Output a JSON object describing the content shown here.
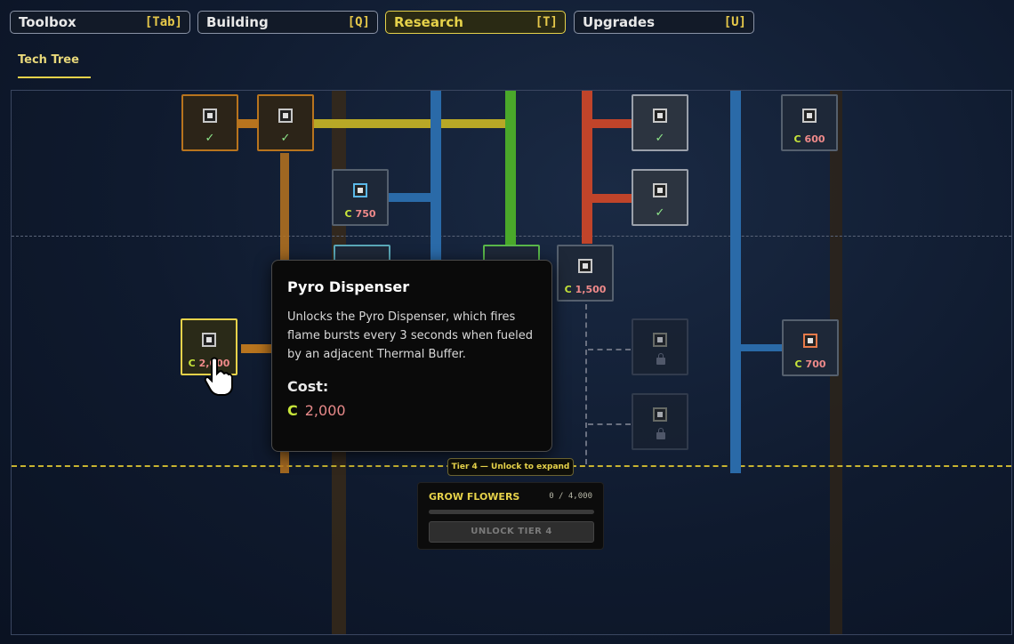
{
  "tabs": [
    {
      "label": "Toolbox",
      "key": "[Tab]",
      "active": false
    },
    {
      "label": "Building",
      "key": "[Q]",
      "active": false
    },
    {
      "label": "Research",
      "key": "[T]",
      "active": true
    },
    {
      "label": "Upgrades",
      "key": "[U]",
      "active": false
    }
  ],
  "subtab": "Tech Tree",
  "currency_icon": "C",
  "nodes": {
    "n1": {
      "icon": "conveyor-icon",
      "state": "unlocked",
      "check": "✓"
    },
    "n2": {
      "icon": "chip-icon",
      "state": "unlocked",
      "check": "✓"
    },
    "n3": {
      "icon": "processor-icon",
      "cost": "750"
    },
    "n4": {
      "icon": "grid-icon",
      "state": "unlocked",
      "check": "✓"
    },
    "n5": {
      "icon": "checker-icon",
      "state": "unlocked",
      "check": "✓"
    },
    "n6": {
      "icon": "panel-icon",
      "cost": "600"
    },
    "n7": {
      "icon": "pyro-dispenser-icon",
      "cost": "2,000",
      "selected": true
    },
    "n8": {
      "icon": "gun-icon",
      "cost": "1,500"
    },
    "n9": {
      "icon": "locked-machine-icon",
      "state": "locked"
    },
    "n10": {
      "icon": "locked-grid-icon",
      "state": "locked"
    },
    "n11": {
      "icon": "furnace-icon",
      "cost": "700"
    }
  },
  "tooltip": {
    "title": "Pyro Dispenser",
    "description": "Unlocks the Pyro Dispenser, which fires flame bursts every 3 seconds when fueled by an adjacent Thermal Buffer.",
    "cost_label": "Cost:",
    "cost": "2,000"
  },
  "tier": {
    "badge": "Tier 4 — Unlock to expand",
    "goal_label": "GROW FLOWERS",
    "progress_text": "0 / 4,000",
    "progress_fraction": 0,
    "button_label": "UNLOCK TIER 4"
  },
  "colors": {
    "wire_orange": "#b8741e",
    "wire_yellow": "#b8a826",
    "wire_blue": "#2a6aa8",
    "wire_green": "#4aa82a",
    "wire_red": "#c0442a",
    "accent": "#e6d24a"
  }
}
